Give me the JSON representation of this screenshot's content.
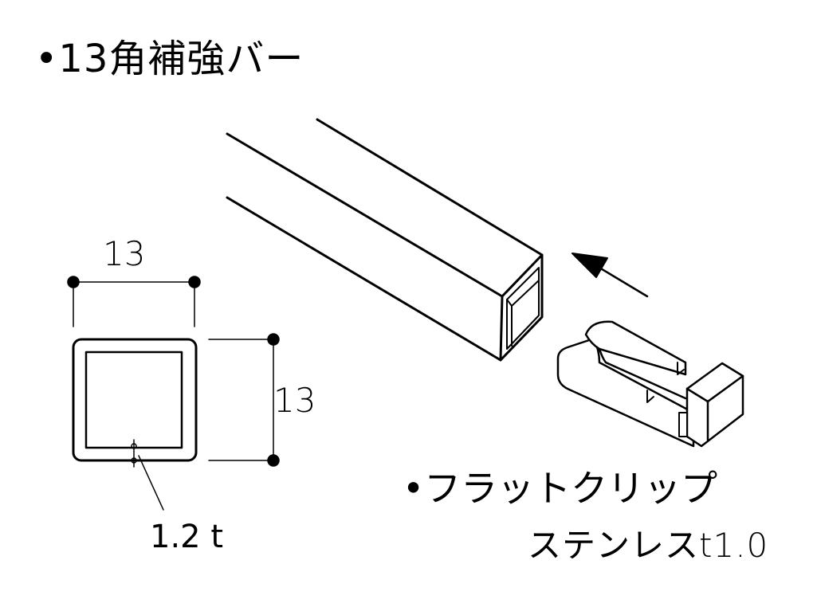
{
  "title": "•13角補強バー",
  "cross_section": {
    "width_label": "13",
    "height_label": "13",
    "thickness_label": "1.2 t"
  },
  "clip": {
    "name": "•フラットクリップ",
    "material": "ステンレスt1.0"
  }
}
